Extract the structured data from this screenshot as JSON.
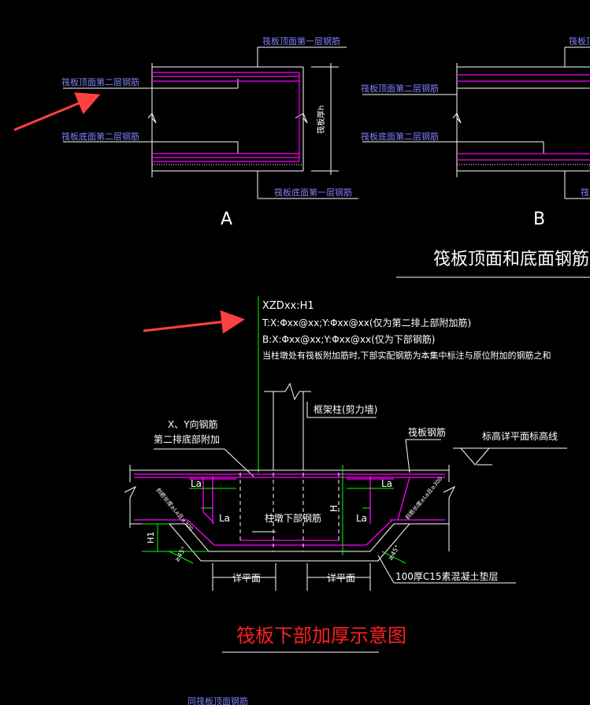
{
  "colors": {
    "background": "#000000",
    "line": "#ffffff",
    "rebar": "#ff00ff",
    "label_blue": "#8080ff",
    "dim_green": "#00ff00",
    "red_text": "#ff2020",
    "arrow_red": "#ff4040",
    "label_white": "#ffffff"
  },
  "top_left": {
    "label_top_first": "筏板顶面第一层钢筋",
    "label_top_second": "筏板顶面第二层钢筋",
    "label_bottom_second": "筏板底面第二层钢筋",
    "label_bottom_first": "筏板底面第一层钢筋",
    "thickness_label": "筏板厚h",
    "caption": "A"
  },
  "top_right": {
    "label_top_first": "筏板顶",
    "label_top_second": "筏板顶面第二层钢筋",
    "label_bottom_second": "筏板底面第二层钢筋",
    "label_bottom_first": "筏",
    "caption": "B"
  },
  "section_title": "筏板顶面和底面钢筋及分布",
  "annotation": {
    "line1": "XZDxx:H1",
    "line2": "T:X:Φxx@xx;Y:Φxx@xx(仅为第二排上部附加筋)",
    "line3": "B:X:Φxx@xx;Y:Φxx@xx(仅为下部钢筋)",
    "line4": "当柱墩处有筏板附加筋时,下部实配钢筋为本集中标注与原位附加的钢筋之和"
  },
  "detail": {
    "column_label": "框架柱(剪力墙)",
    "xy_rebar_label_1": "X、Y向钢筋",
    "xy_rebar_label_2": "第二排底部附加",
    "raft_rebar_label": "筏板钢筋",
    "elevation_label": "标高详平面标高线",
    "la_left_top": "La",
    "la_right_top": "La",
    "la_left_mid": "La",
    "la_right_mid": "La",
    "pier_rebar_label": "柱墩下部钢筋",
    "h_label": "H",
    "h1_label": "H1",
    "see_plan_left": "详平面",
    "see_plan_right": "详平面",
    "cushion_label": "100厚C15素混凝土垫层",
    "slope_left": "≥45°",
    "slope_right": "≥45°",
    "anchor_left": "斜筋长度≥La且≥300",
    "anchor_right": "斜筋长度≥La且≥300"
  },
  "bottom_title": "筏板下部加厚示意图",
  "bottom_cut_label": "同筏板顶面钢筋"
}
